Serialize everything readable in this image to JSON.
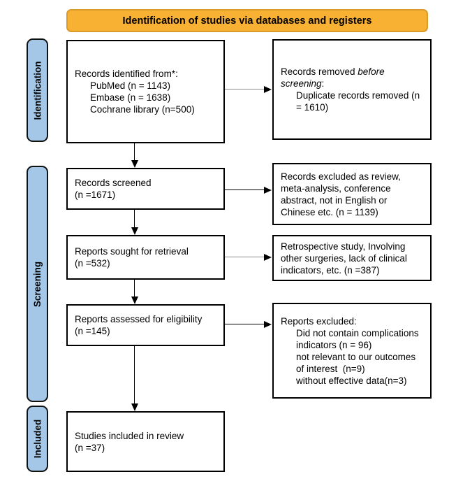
{
  "header": {
    "title": "Identification of studies via databases and registers"
  },
  "colors": {
    "header_bg": "#F8B133",
    "header_border": "#D99B2B",
    "stage_bg": "#A4C7E7",
    "arrow_gray": "#8C8C8C"
  },
  "stages": [
    {
      "label": "Identification"
    },
    {
      "label": "Screening"
    },
    {
      "label": "Included"
    }
  ],
  "boxes": {
    "identified": {
      "title": "Records identified from*:",
      "items": [
        "PubMed (n = 1143)",
        "Embase (n = 1638)",
        "Cochrane library (n=500)"
      ]
    },
    "removed": {
      "prefix": "Records removed ",
      "italic": "before screening",
      "suffix": ":",
      "item": "Duplicate records removed (n = 1610)"
    },
    "screened": {
      "line1": "Records screened",
      "line2": "(n =1671)"
    },
    "excluded_screening": {
      "text": "Records excluded as review, meta-analysis, conference abstract, not in English or Chinese etc. (n = 1139)"
    },
    "retrieval": {
      "line1": "Reports sought for retrieval",
      "line2": "(n =532)"
    },
    "not_retrieved": {
      "text": "Retrospective study, Involving other surgeries, lack of clinical indicators, etc. (n =387)"
    },
    "assessed": {
      "line1": "Reports assessed for eligibility",
      "line2": "(n =145)"
    },
    "excluded_eligibility": {
      "title": "Reports excluded:",
      "items": [
        "Did not contain complications indicators (n = 96)",
        "not relevant to our outcomes of interest  (n=9)",
        "without effective data(n=3)"
      ]
    },
    "included": {
      "line1": "Studies included in review",
      "line2": "(n =37)"
    }
  }
}
